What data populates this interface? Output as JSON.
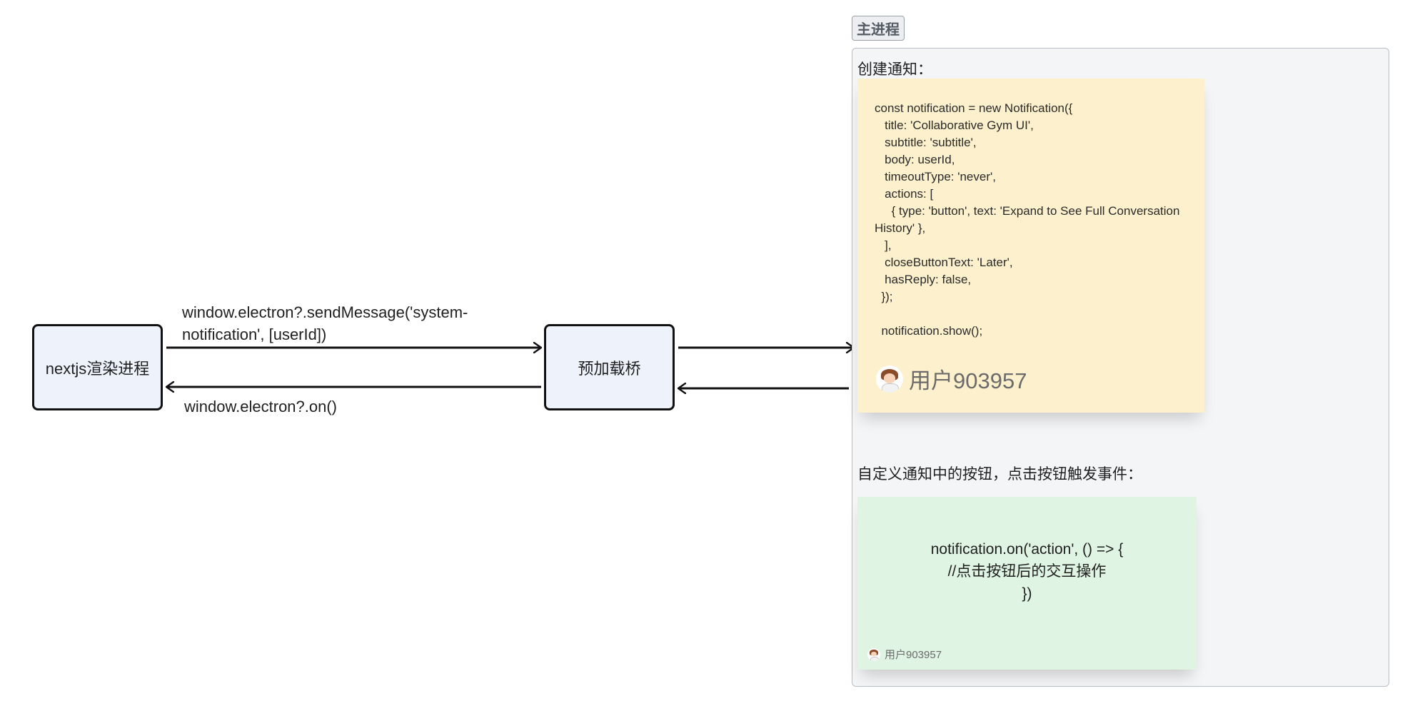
{
  "nodes": {
    "renderer": "nextjs渲染进程",
    "bridge": "预加载桥"
  },
  "edges": {
    "send_label": "window.electron?.sendMessage('system-notification', [userId])",
    "on_label": "window.electron?.on()"
  },
  "frame": {
    "tag": "主进程",
    "create_title": "创建通知：",
    "create_code": "const notification = new Notification({\n   title: 'Collaborative Gym UI',\n   subtitle: 'subtitle',\n   body: userId,\n   timeoutType: 'never',\n   actions: [\n     { type: 'button', text: 'Expand to See Full Conversation History' },\n   ],\n   closeButtonText: 'Later',\n   hasReply: false,\n  });\n\n  notification.show();",
    "create_author": "用户903957",
    "action_title": "自定义通知中的按钮，点击按钮触发事件：",
    "action_code": "notification.on('action', () => {\n//点击按钮后的交互操作\n})",
    "action_author": "用户903957"
  },
  "colors": {
    "node_fill": "#eef2fb",
    "note_yellow": "#fdf0cc",
    "note_green": "#dff4e2",
    "frame_fill": "#f4f5f7"
  },
  "icons": {
    "arrow": "arrowhead-icon",
    "avatar": "user-avatar-icon"
  }
}
